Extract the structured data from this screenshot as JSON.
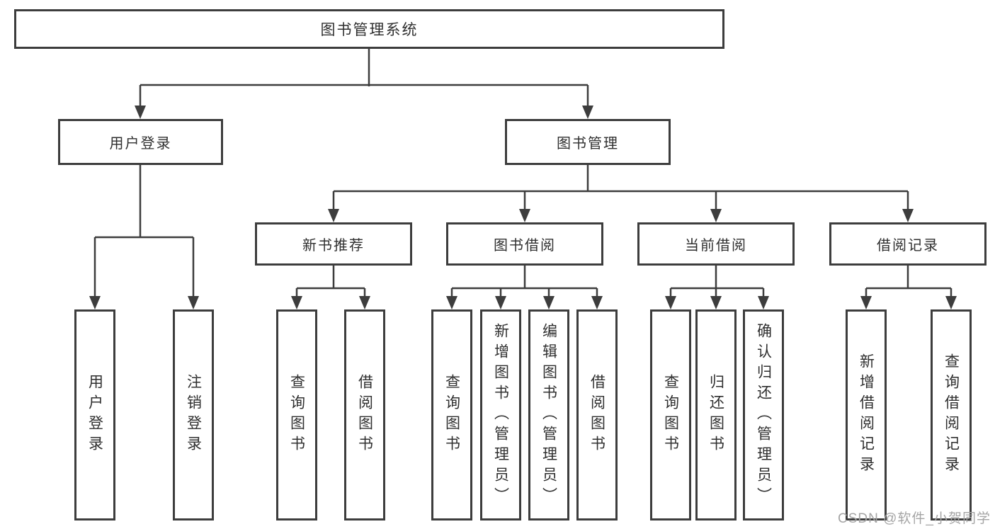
{
  "colors": {
    "background": "#ffffff",
    "box_border": "#3d3d3d",
    "connector_line": "#3d3d3d",
    "box_text": "#2f2f2f",
    "watermark_text": "#a5a5a5"
  },
  "tree": {
    "root": {
      "label": "图书管理系统"
    },
    "branches": [
      {
        "label": "用户登录",
        "children": [
          {
            "label": "用户登录"
          },
          {
            "label": "注销登录"
          }
        ]
      },
      {
        "label": "图书管理",
        "groups": [
          {
            "label": "新书推荐",
            "children": [
              {
                "label": "查询图书"
              },
              {
                "label": "借阅图书"
              }
            ]
          },
          {
            "label": "图书借阅",
            "children": [
              {
                "label": "查询图书"
              },
              {
                "label": "新增图书（管理员）"
              },
              {
                "label": "编辑图书（管理员）"
              },
              {
                "label": "借阅图书"
              }
            ]
          },
          {
            "label": "当前借阅",
            "children": [
              {
                "label": "查询图书"
              },
              {
                "label": "归还图书"
              },
              {
                "label": "确认归还（管理员）"
              }
            ]
          },
          {
            "label": "借阅记录",
            "children": [
              {
                "label": "新增借阅记录"
              },
              {
                "label": "查询借阅记录"
              }
            ]
          }
        ]
      }
    ]
  },
  "watermark": {
    "text": "CSDN @软件_小贺同学"
  }
}
